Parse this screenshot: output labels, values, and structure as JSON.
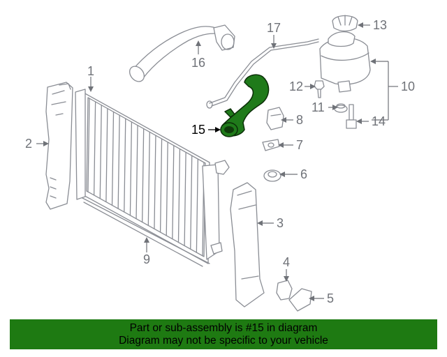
{
  "colors": {
    "banner_bg": "#1e7a12",
    "highlight_part": "#1f7a1a",
    "line_art": "#8a8d94"
  },
  "callouts": {
    "c1": "1",
    "c2": "2",
    "c3": "3",
    "c4": "4",
    "c5": "5",
    "c6": "6",
    "c7": "7",
    "c8": "8",
    "c9": "9",
    "c10": "10",
    "c11": "11",
    "c12": "12",
    "c13": "13",
    "c14": "14",
    "c15": "15",
    "c16": "16",
    "c17": "17"
  },
  "highlighted_callout": "15",
  "banner": {
    "line1": "Part or sub-assembly is #15 in diagram",
    "line2": "Diagram may not be specific to your vehicle"
  }
}
